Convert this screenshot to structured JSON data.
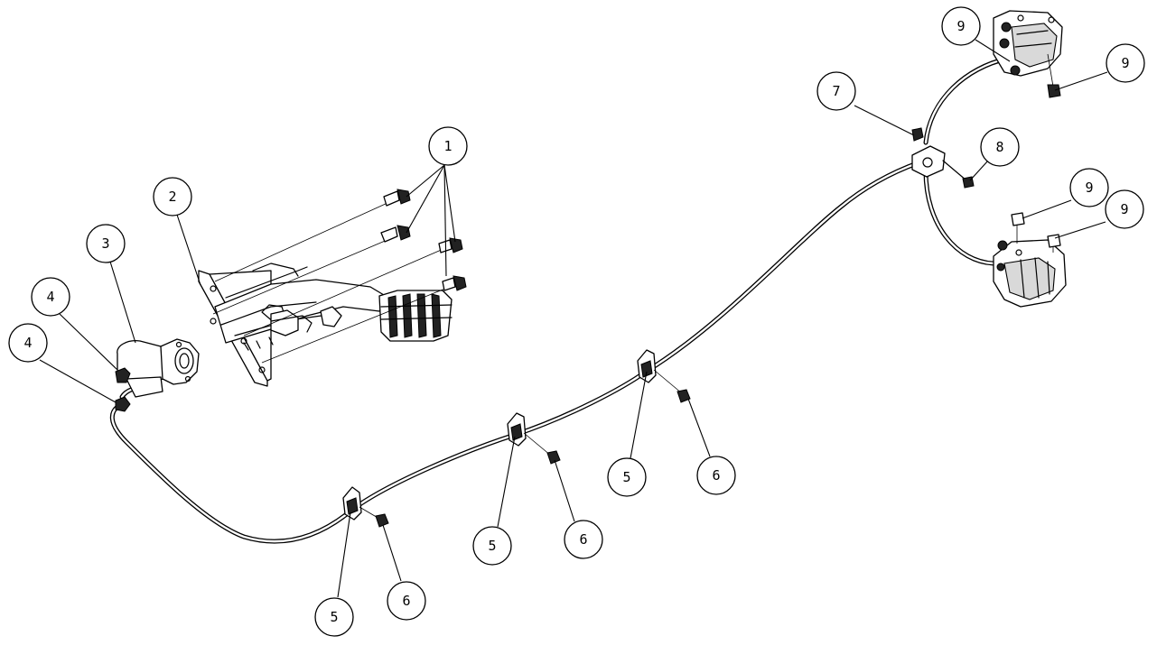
{
  "balloons": [
    {
      "label": "1"
    },
    {
      "label": "2"
    },
    {
      "label": "3"
    },
    {
      "label": "4"
    },
    {
      "label": "4"
    },
    {
      "label": "5"
    },
    {
      "label": "5"
    },
    {
      "label": "5"
    },
    {
      "label": "6"
    },
    {
      "label": "6"
    },
    {
      "label": "6"
    },
    {
      "label": "7"
    },
    {
      "label": "8"
    },
    {
      "label": "9"
    },
    {
      "label": "9"
    },
    {
      "label": "9"
    },
    {
      "label": "9"
    }
  ]
}
